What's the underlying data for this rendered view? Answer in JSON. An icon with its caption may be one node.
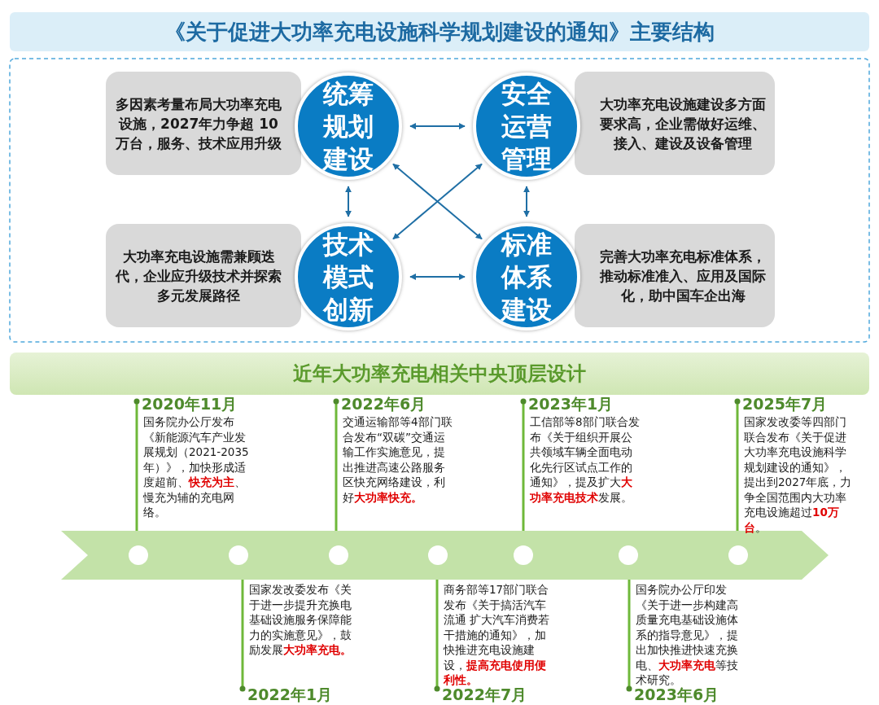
{
  "diagram": {
    "title": "《关于促进大功率充电设施科学规划建设的通知》主要结构",
    "nodes": [
      {
        "text": [
          "多因素考量布局大功率充电设施，2027年力争超 10 万台，服务、技术应用升级"
        ]
      },
      {
        "text": [
          "统筹规划建设"
        ]
      },
      {
        "text": [
          "安全运营管理"
        ]
      },
      {
        "text": [
          "大功率充电设施建设多方面要求高，企业需做好运维、接入、建设及设备管理"
        ]
      },
      {
        "text": [
          "大功率充电设施需兼顾迭代，企业应升级技术并探索多元发展路径"
        ]
      },
      {
        "text": [
          "技术模式创新"
        ]
      },
      {
        "text": [
          "标准体系建设"
        ]
      },
      {
        "text": [
          "完善大功率充电标准体系，推动标准准入、应用及国际化，助中国车企出海"
        ]
      }
    ],
    "edges": [
      {
        "from": 1,
        "to": 2,
        "arrow": "both"
      },
      {
        "from": 1,
        "to": 5,
        "arrow": "both"
      },
      {
        "from": 2,
        "to": 6,
        "arrow": "both"
      },
      {
        "from": 1,
        "to": 6,
        "arrow": "both"
      },
      {
        "from": 2,
        "to": 5,
        "arrow": "both"
      },
      {
        "from": 5,
        "to": 6,
        "arrow": "both"
      }
    ],
    "labels": [
      "近年大功率充电相关中央顶层设计",
      "2020年11月",
      "国务院办公厅发布《新能源汽车产业发展规划（2021-2035年）》，加快形成适度超前、**快充为主**、慢充为辅的充电网络。",
      "2022年1月",
      "国家发改委发布《关于进一步提升充换电基础设施服务保障能力的实施意见》，鼓励发展**大功率充电。**",
      "2022年6月",
      "交通运输部等4部门联合发布“双碳”交通运输工作实施意见，提出推进高速公路服务区快充网络建设，利好**大功率快充。**",
      "2022年7月",
      "商务部等17部门联合发布《关于搞活汽车流通 扩大汽车消费若干措施的通知》，加快推进充电设施建设，**提高充电使用便利性。**",
      "2023年1月",
      "工信部等8部门联合发布《关于组织开展公共领域车辆全面电动化先行区试点工作的通知》，提及扩大**大功率充电技术**发展。",
      "2023年6月",
      "国务院办公厅印发《关于进一步构建高质量充电基础设施体系的指导意见》，提出加快推进快速充换电、**大功率充电**等技术研究。",
      "2025年7月",
      "国家发改委等四部门联合发布《关于促进大功率充电设施科学规划建设的通知》，提出到2027年底，力争全国范围内大功率充电设施超过**10万台**。"
    ]
  }
}
